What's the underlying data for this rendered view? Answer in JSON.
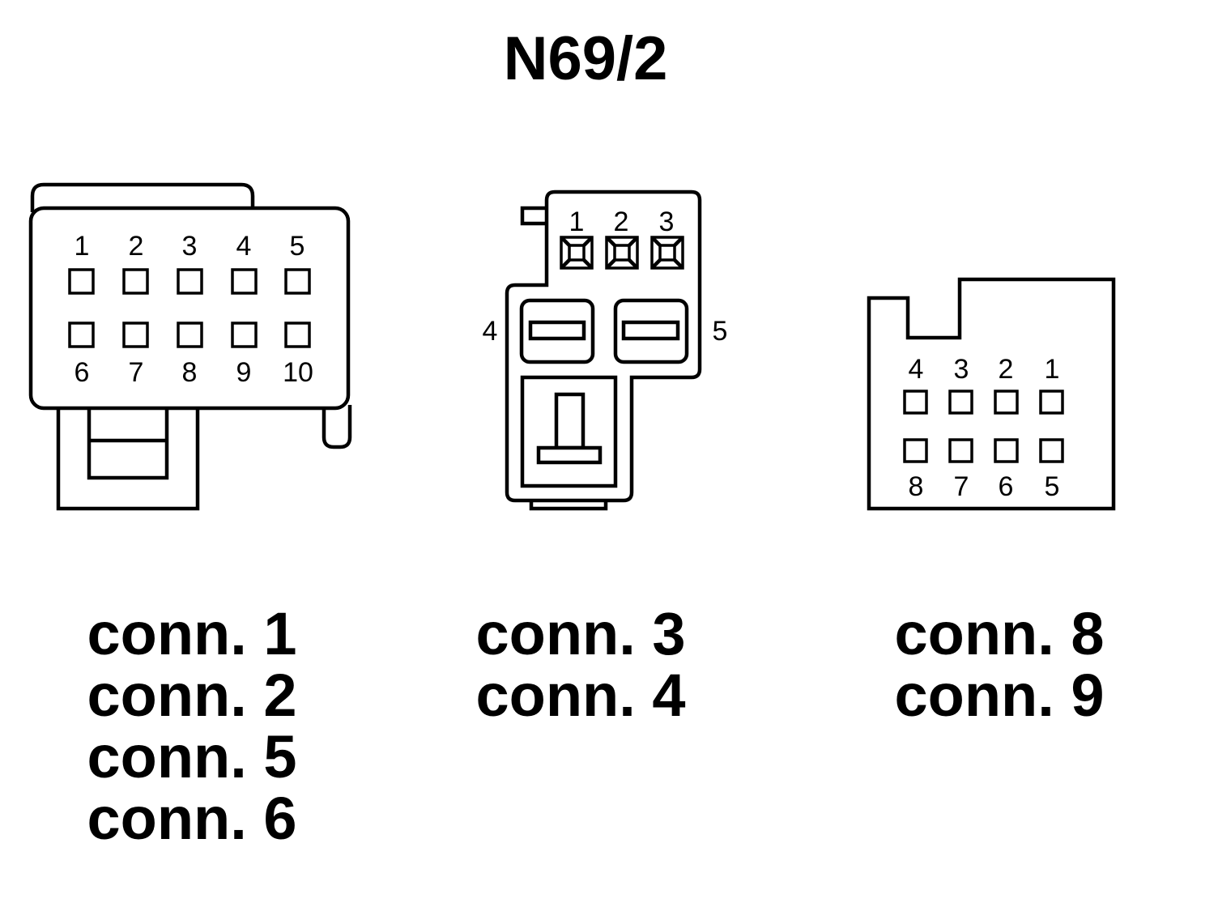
{
  "title": "N69/2",
  "connectors": [
    {
      "pins_top": [
        "1",
        "2",
        "3",
        "4",
        "5"
      ],
      "pins_bottom": [
        "6",
        "7",
        "8",
        "9",
        "10"
      ],
      "labels": [
        "conn. 1",
        "conn. 2",
        "conn. 5",
        "conn. 6"
      ]
    },
    {
      "pins_top": [
        "1",
        "2",
        "3"
      ],
      "pin_left": "4",
      "pin_right": "5",
      "labels": [
        "conn. 3",
        "conn. 4"
      ]
    },
    {
      "pins_top": [
        "4",
        "3",
        "2",
        "1"
      ],
      "pins_bottom": [
        "8",
        "7",
        "6",
        "5"
      ],
      "labels": [
        "conn. 8",
        "conn. 9"
      ]
    }
  ],
  "colors": {
    "line": "#000000",
    "background": "#ffffff"
  }
}
